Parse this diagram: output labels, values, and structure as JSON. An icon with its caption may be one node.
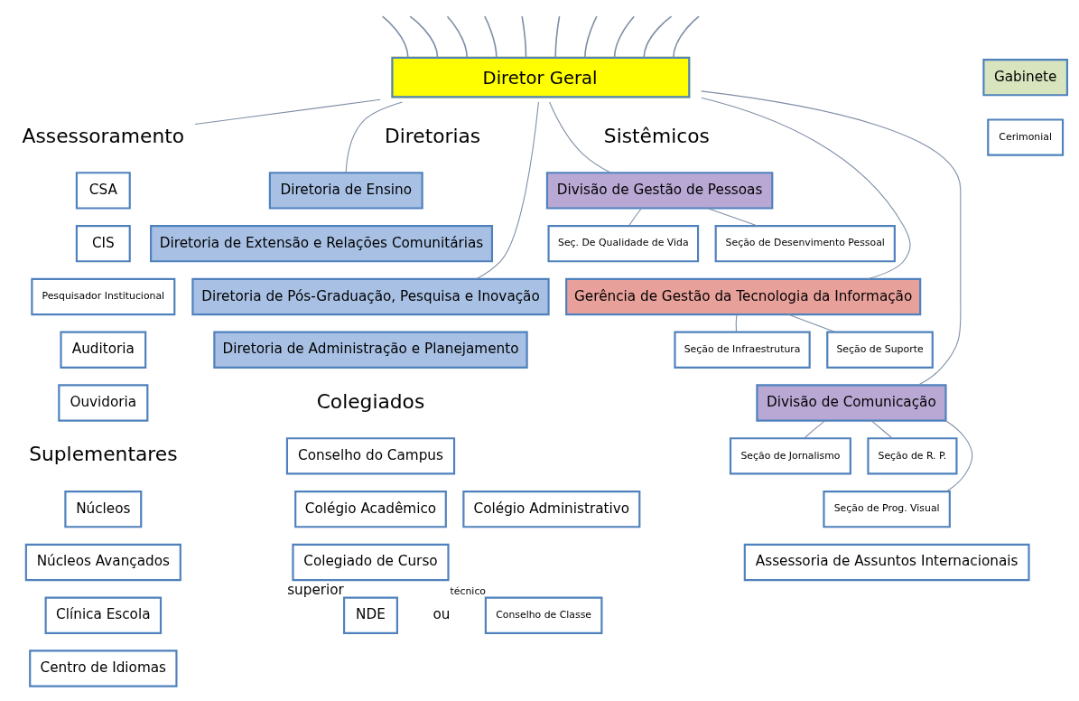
{
  "diagram": {
    "nodes": [
      {
        "text": [
          "Diretor Geral"
        ]
      },
      {
        "text": [
          "Gabinete"
        ]
      },
      {
        "text": [
          "Cerimonial"
        ]
      },
      {
        "text": [
          "Assessoramento"
        ]
      },
      {
        "text": [
          "CSA"
        ]
      },
      {
        "text": [
          "CIS"
        ]
      },
      {
        "text": [
          "Pesquisador Institucional"
        ]
      },
      {
        "text": [
          "Auditoria"
        ]
      },
      {
        "text": [
          "Ouvidoria"
        ]
      },
      {
        "text": [
          "Núcleos"
        ]
      },
      {
        "text": [
          "Núcleos Avançados"
        ]
      },
      {
        "text": [
          "Clínica Escola"
        ]
      },
      {
        "text": [
          "Centro de Idiomas"
        ]
      },
      {
        "text": [
          "Diretoria de Ensino"
        ]
      },
      {
        "text": [
          "Diretoria de Extensão e Relações Comunitárias"
        ]
      },
      {
        "text": [
          "Diretoria de Pós-Graduação, Pesquisa e Inovação"
        ]
      },
      {
        "text": [
          "Diretoria de Administração e Planejamento"
        ]
      },
      {
        "text": [
          "Divisão de Gestão de Pessoas"
        ]
      },
      {
        "text": [
          "Seç. De Qualidade de Vida"
        ]
      },
      {
        "text": [
          "Seção de Desenvimento Pessoal"
        ]
      },
      {
        "text": [
          "Gerência de Gestão da Tecnologia da Informação"
        ]
      },
      {
        "text": [
          "Seção de Infraestrutura"
        ]
      },
      {
        "text": [
          "Seção de Suporte"
        ]
      },
      {
        "text": [
          "Divisão de Comunicação"
        ]
      },
      {
        "text": [
          "Seção de Jornalismo"
        ]
      },
      {
        "text": [
          "Seção de R. P."
        ]
      },
      {
        "text": [
          "Seção de Prog. Visual"
        ]
      },
      {
        "text": [
          "Assessoria de Assuntos Internacionais"
        ]
      },
      {
        "text": [
          "Conselho do Campus"
        ]
      },
      {
        "text": [
          "Colégio Acadêmico"
        ]
      },
      {
        "text": [
          "Colégio Administrativo"
        ]
      },
      {
        "text": [
          "Colegiado de Curso"
        ]
      },
      {
        "text": [
          "NDE"
        ],
        "beside": [
          "superior"
        ]
      },
      {
        "text": [
          "Conselho de Classe"
        ],
        "beside": [
          "técnico"
        ]
      }
    ],
    "edges": [
      {
        "from": null,
        "to": 0,
        "arrow": "none"
      },
      {
        "from": null,
        "to": 0,
        "arrow": "none"
      },
      {
        "from": null,
        "to": 0,
        "arrow": "none"
      },
      {
        "from": null,
        "to": 0,
        "arrow": "none"
      },
      {
        "from": null,
        "to": 0,
        "arrow": "none"
      },
      {
        "from": null,
        "to": 0,
        "arrow": "none"
      },
      {
        "from": null,
        "to": 0,
        "arrow": "none"
      },
      {
        "from": null,
        "to": 0,
        "arrow": "none"
      },
      {
        "from": null,
        "to": 0,
        "arrow": "none"
      },
      {
        "from": null,
        "to": 0,
        "arrow": "none"
      },
      {
        "from": 0,
        "to": 3,
        "arrow": "none"
      },
      {
        "from": 0,
        "to": 13,
        "arrow": "none"
      },
      {
        "from": 0,
        "to": 15,
        "arrow": "none"
      },
      {
        "from": 0,
        "to": 17,
        "arrow": "none"
      },
      {
        "from": 0,
        "to": 20,
        "arrow": "none"
      },
      {
        "from": 0,
        "to": 23,
        "arrow": "none"
      },
      {
        "from": 17,
        "to": 18,
        "arrow": "none"
      },
      {
        "from": 17,
        "to": 19,
        "arrow": "none"
      },
      {
        "from": 20,
        "to": 21,
        "arrow": "none"
      },
      {
        "from": 20,
        "to": 22,
        "arrow": "none"
      },
      {
        "from": 23,
        "to": 24,
        "arrow": "none"
      },
      {
        "from": 23,
        "to": 26,
        "arrow": "none"
      },
      {
        "from": 23,
        "to": 25,
        "arrow": "none"
      }
    ],
    "labels": [
      "Diretorias",
      "Sistêmicos",
      "Suplementares",
      "Colegiados",
      "ou"
    ]
  }
}
